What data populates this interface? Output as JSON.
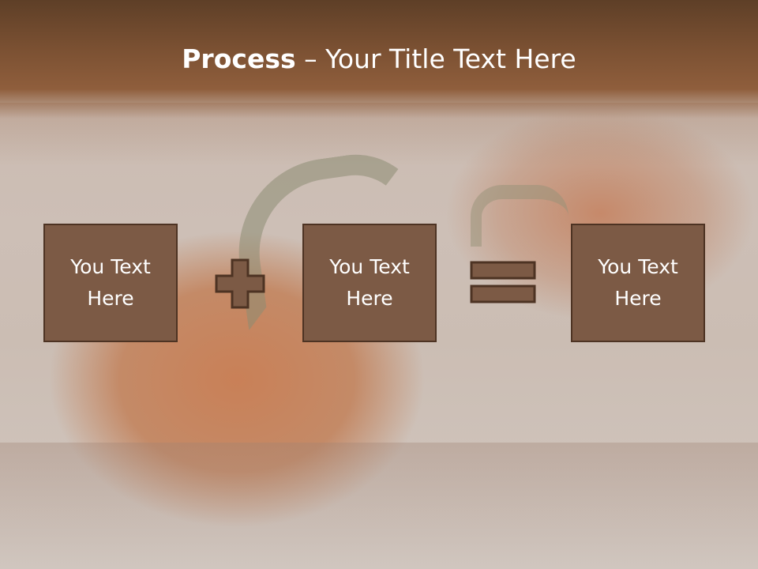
{
  "slide": {
    "title_bold": "Process",
    "title_rest": " – Your Title Text Here"
  },
  "process": {
    "boxes": [
      {
        "label": "You Text Here"
      },
      {
        "label": "You Text Here"
      },
      {
        "label": "You Text Here"
      }
    ],
    "operators": [
      "plus-icon",
      "equals-icon"
    ]
  },
  "colors": {
    "title_band": "#7a5032",
    "box_fill": "#7c5a45",
    "box_border": "#4d3323",
    "text": "#ffffff"
  }
}
